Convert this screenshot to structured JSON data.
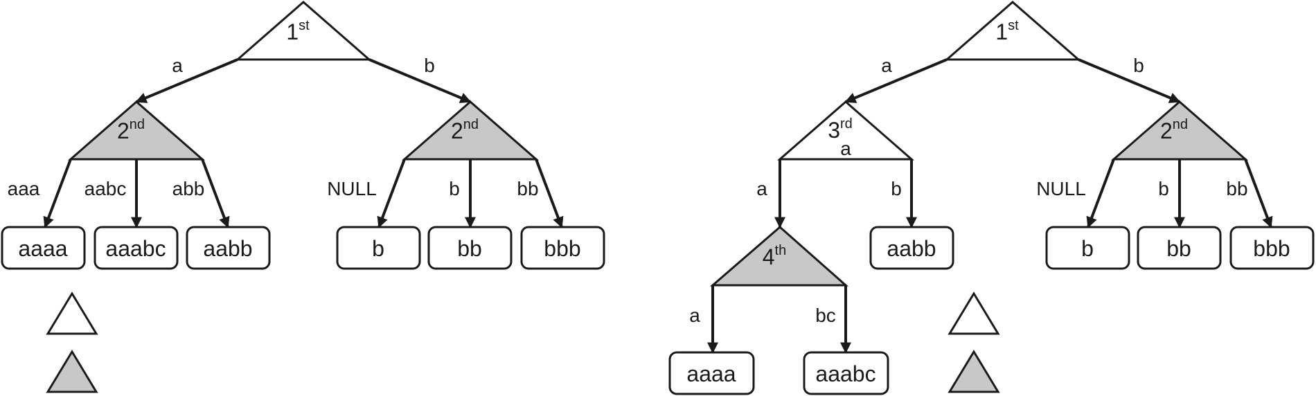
{
  "colors": {
    "white_node": "#ffffff",
    "gray_node": "#c8c8c8",
    "stroke": "#1a1a1a"
  },
  "left_tree": {
    "root": {
      "num": "1",
      "sup": "st"
    },
    "root_edges": {
      "a": "a",
      "b": "b"
    },
    "node_a": {
      "num": "2",
      "sup": "nd"
    },
    "node_b": {
      "num": "2",
      "sup": "nd"
    },
    "node_a_edges": [
      "aaa",
      "aabc",
      "abb"
    ],
    "node_b_edges": [
      "NULL",
      "b",
      "bb"
    ],
    "node_a_leaves": [
      "aaaa",
      "aaabc",
      "aabb"
    ],
    "node_b_leaves": [
      "b",
      "bb",
      "bbb"
    ]
  },
  "right_tree": {
    "root": {
      "num": "1",
      "sup": "st"
    },
    "root_edges": {
      "a": "a",
      "b": "b"
    },
    "node_a": {
      "num": "3",
      "sup": "rd",
      "inner": "a"
    },
    "node_b": {
      "num": "2",
      "sup": "nd"
    },
    "node_a_edges": [
      "a",
      "b"
    ],
    "node_b_edges": [
      "NULL",
      "b",
      "bb"
    ],
    "node_a_leaf": "aabb",
    "node_b_leaves": [
      "b",
      "bb",
      "bbb"
    ],
    "sub_node": {
      "num": "4",
      "sup": "th"
    },
    "sub_node_edges": [
      "a",
      "bc"
    ],
    "sub_node_leaves": [
      "aaaa",
      "aaabc"
    ]
  }
}
